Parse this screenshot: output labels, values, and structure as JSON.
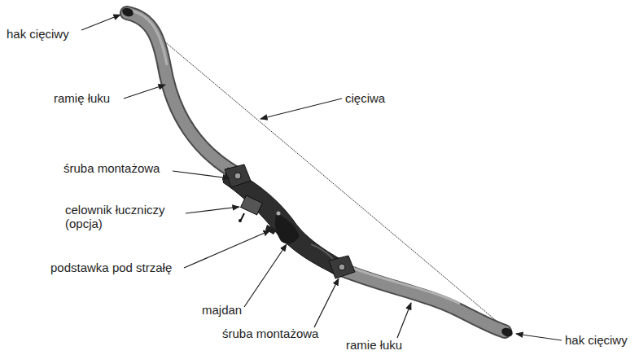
{
  "diagram": {
    "labels": [
      "hak cięciwy",
      "ramię łuku",
      "cięciwa",
      "śruba montażowa",
      "celownik łuczniczy (opcja)",
      "podstawka pod strzałę",
      "majdan",
      "śruba montażowa",
      "ramie łuku",
      "hak cięciwy"
    ]
  }
}
